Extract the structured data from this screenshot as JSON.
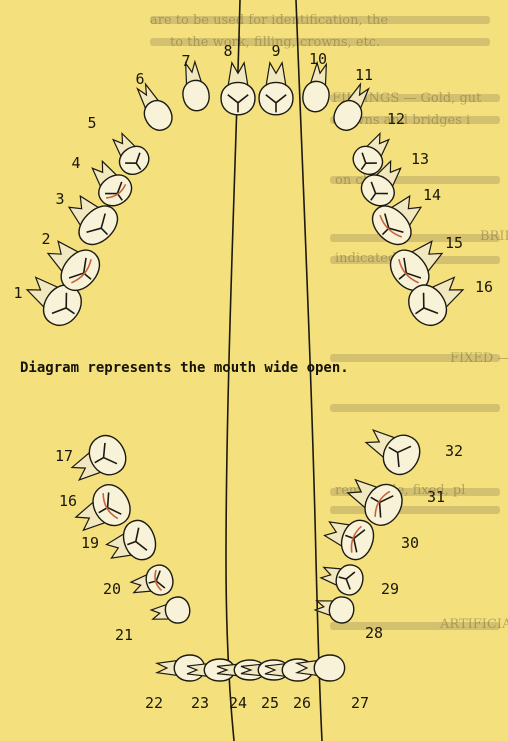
{
  "caption": "Diagram represents the mouth wide open.",
  "upper_numbers": [
    "1",
    "2",
    "3",
    "4",
    "5",
    "6",
    "7",
    "8",
    "9",
    "10",
    "11",
    "12",
    "13",
    "14",
    "15",
    "16"
  ],
  "lower_numbers": [
    "17",
    "16",
    "19",
    "20",
    "21",
    "22",
    "23",
    "24",
    "25",
    "26",
    "27",
    "28",
    "29",
    "30",
    "31",
    "32"
  ],
  "colors": {
    "paper": "#f4e07c",
    "ink": "#1c1a10",
    "tooth": "#f8f2d8",
    "accent": "#c8643c"
  },
  "bleed_through_text": [
    "are to be used for identification, the",
    "to the work, filling, crowns, etc.",
    "FILLINGS — Gold, gutta-percha, amalgam",
    "crowns and bridges indicated",
    "on chart.",
    "BRIDGES — pins",
    "indicated.",
    "FIXED — indicated",
    "removable, fixed, plate",
    "ARTIFICIAL — Plate or bridge"
  ]
}
